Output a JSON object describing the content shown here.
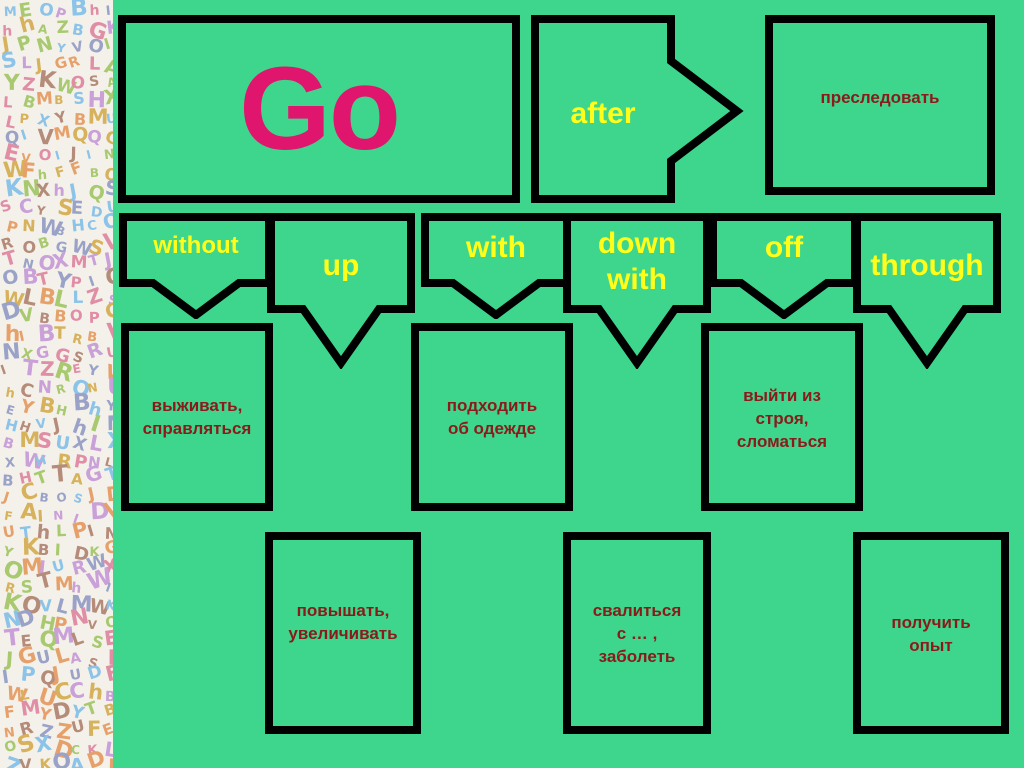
{
  "main": {
    "title": "Go",
    "after": {
      "label": "after",
      "meaning": "преследовать"
    },
    "particles": [
      {
        "label": "without",
        "meaning": "выживать,\nсправляться"
      },
      {
        "label": "up",
        "meaning": "повышать,\nувеличивать"
      },
      {
        "label": "with",
        "meaning": "подходить\nоб одежде"
      },
      {
        "label": "down\nwith",
        "meaning": "свалиться\nс … ,\nзаболеть"
      },
      {
        "label": "off",
        "meaning": "выйти из\nстроя,\nсломаться"
      },
      {
        "label": "through",
        "meaning": "получить\nопыт"
      }
    ]
  },
  "colors": {
    "background": "#3dd68c",
    "border": "#000000",
    "title": "#e0156e",
    "particle_text": "#ffff1a",
    "meaning_text": "#8b1a1a"
  },
  "decoration": {
    "name": "letters-pattern-strip"
  }
}
